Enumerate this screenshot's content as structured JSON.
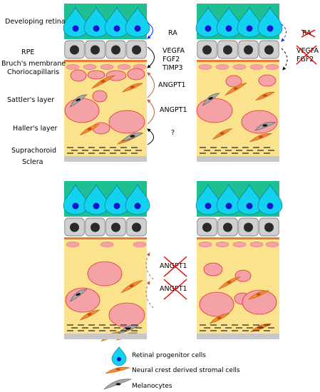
{
  "layer_labels": {
    "retina": "Developing retina",
    "rpe": "RPE",
    "bruchs": "Bruch's membrane",
    "chorio": "Choriocapillaris",
    "sattler": "Sattler's layer",
    "haller": "Haller's layer",
    "suprachoroid": "Suprachoroid",
    "sclera": "Sclera"
  },
  "signals": {
    "ra": "RA",
    "vegfa": "VEGFA",
    "fgf2": "FGF2",
    "timp3": "TIMP3",
    "angpt1_a": "ANGPT1",
    "angpt1_b": "ANGPT1",
    "unknown": "?"
  },
  "knockout_signals": {
    "ra": "RA",
    "vegfa": "VEGFA",
    "fgf2": "FGF2",
    "angpt1_a": "ANGPT1",
    "angpt1_b": "ANGPT1"
  },
  "legend": {
    "progenitor": "Retinal progenitor cells",
    "stromal": "Neural crest derived stromal cells",
    "melanocytes": "Melanocytes"
  },
  "colors": {
    "retina_bg": "#1fbf94",
    "progenitor": "#12d2f0",
    "nucleus": "#1515d0",
    "rpe_cell": "#d0d0d0",
    "choroid_bg": "#fbe28c",
    "vessel_fill": "#f5a2a6",
    "vessel_stroke": "#e0303a",
    "stromal": "#f08a35",
    "sclera": "#c8c8c8",
    "arrow_blue": "#1a24ff",
    "arrow_brown": "#b8643a",
    "knockout": "#e00000"
  }
}
